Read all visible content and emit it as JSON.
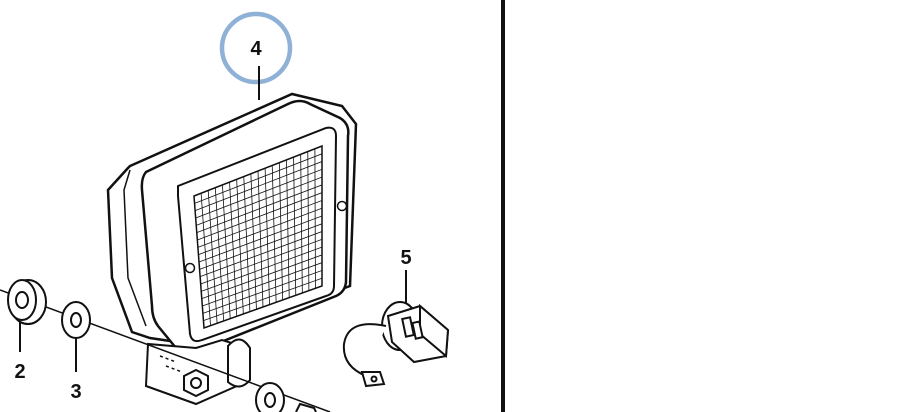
{
  "callouts": {
    "c2": "2",
    "c3": "3",
    "c4": "4",
    "c5": "5"
  },
  "colors": {
    "line": "#111111",
    "highlight_ring": "#8fb1d6",
    "background": "#ffffff"
  },
  "icons": {
    "work_lamp": "work-lamp-icon",
    "bulb_socket": "bulb-socket-icon",
    "washer": "washer-icon"
  }
}
